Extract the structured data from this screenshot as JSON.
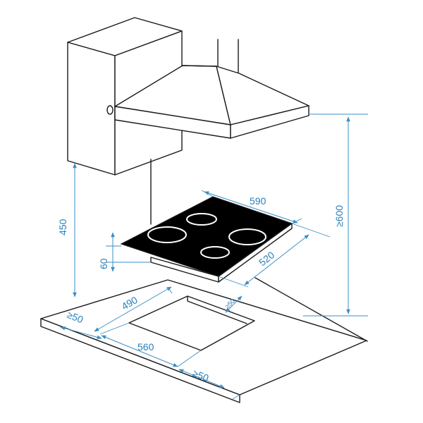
{
  "colors": {
    "line": "#1a1a1a",
    "dimension": "#3a8fc4",
    "dimension_text": "#2a7fb8",
    "hob_glass": "#000000",
    "burner_ring": "#ffffff",
    "background": "#ffffff"
  },
  "dimensions": {
    "hob_width": "590",
    "hob_depth": "520",
    "hob_height": "60",
    "hood_height": "≥600",
    "cabinet_height": "450",
    "cutout_width": "560",
    "cutout_depth": "490",
    "left_clearance": "≥50",
    "front_clearance": "≥50",
    "rear_clearance": "≥50"
  }
}
